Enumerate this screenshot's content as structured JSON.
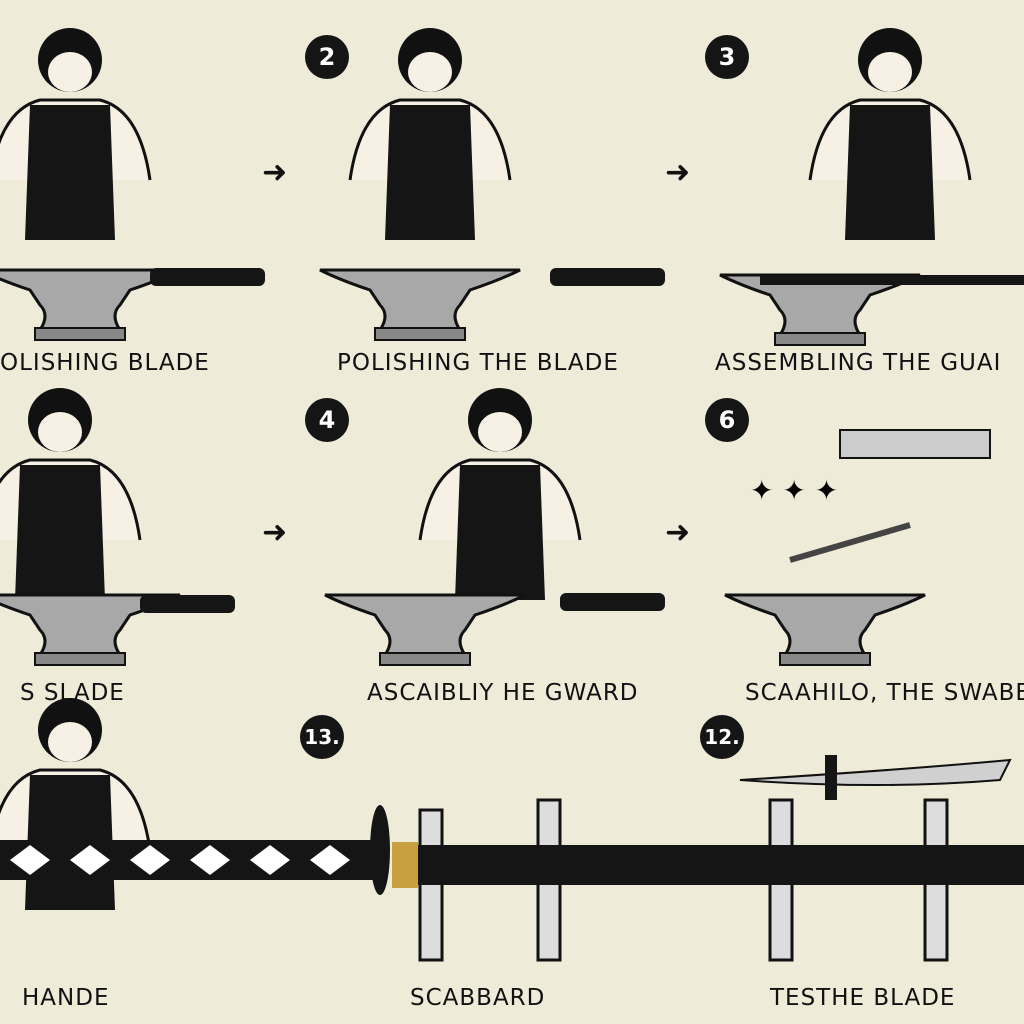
{
  "steps": [
    {
      "number": "",
      "label": "OLISHING   BLADE"
    },
    {
      "number": "2",
      "label": "POLISHING THE BLADE"
    },
    {
      "number": "3",
      "label": "ASSEMBLING THE GUAI"
    },
    {
      "number": "",
      "label": "S SLADE"
    },
    {
      "number": "4",
      "label": "ASCAIBLIY HE GWARD"
    },
    {
      "number": "6",
      "label": "SCAAHILO, THE SWABB"
    },
    {
      "number": "",
      "label": "HANDE"
    },
    {
      "number": "13.",
      "label": "SCABBARD"
    },
    {
      "number": "12.",
      "label": "TESTHE BLADE"
    }
  ],
  "arrow_glyph": "➜",
  "colors": {
    "background": "#efebd9",
    "ink": "#151515",
    "anvil": "#9a9a9a",
    "gold": "#c9a040"
  }
}
